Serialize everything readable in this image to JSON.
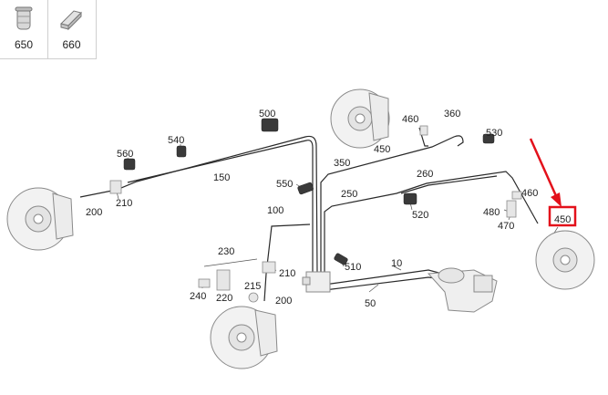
{
  "thumbnails": [
    {
      "number": "650",
      "icon": "rubber-bump-stop"
    },
    {
      "number": "660",
      "icon": "hex-bolt"
    }
  ],
  "callouts": {
    "c10": "10",
    "c50": "50",
    "c100": "100",
    "c150": "150",
    "c200a": "200",
    "c200b": "200",
    "c210a": "210",
    "c210b": "210",
    "c215": "215",
    "c220": "220",
    "c230": "230",
    "c240": "240",
    "c250": "250",
    "c260": "260",
    "c350": "350",
    "c360": "360",
    "c450a": "450",
    "c450b": "450",
    "c460a": "460",
    "c460b": "460",
    "c470": "470",
    "c480": "480",
    "c500": "500",
    "c510": "510",
    "c520": "520",
    "c530": "530",
    "c540": "540",
    "c550": "550",
    "c560": "560"
  },
  "highlight": {
    "part": "450",
    "color": "#e3111b"
  },
  "colors": {
    "line": "#2a2a2a",
    "part_fill": "#f0f0f0",
    "part_stroke": "#8a8a8a",
    "dark_part": "#3a3a3a"
  }
}
